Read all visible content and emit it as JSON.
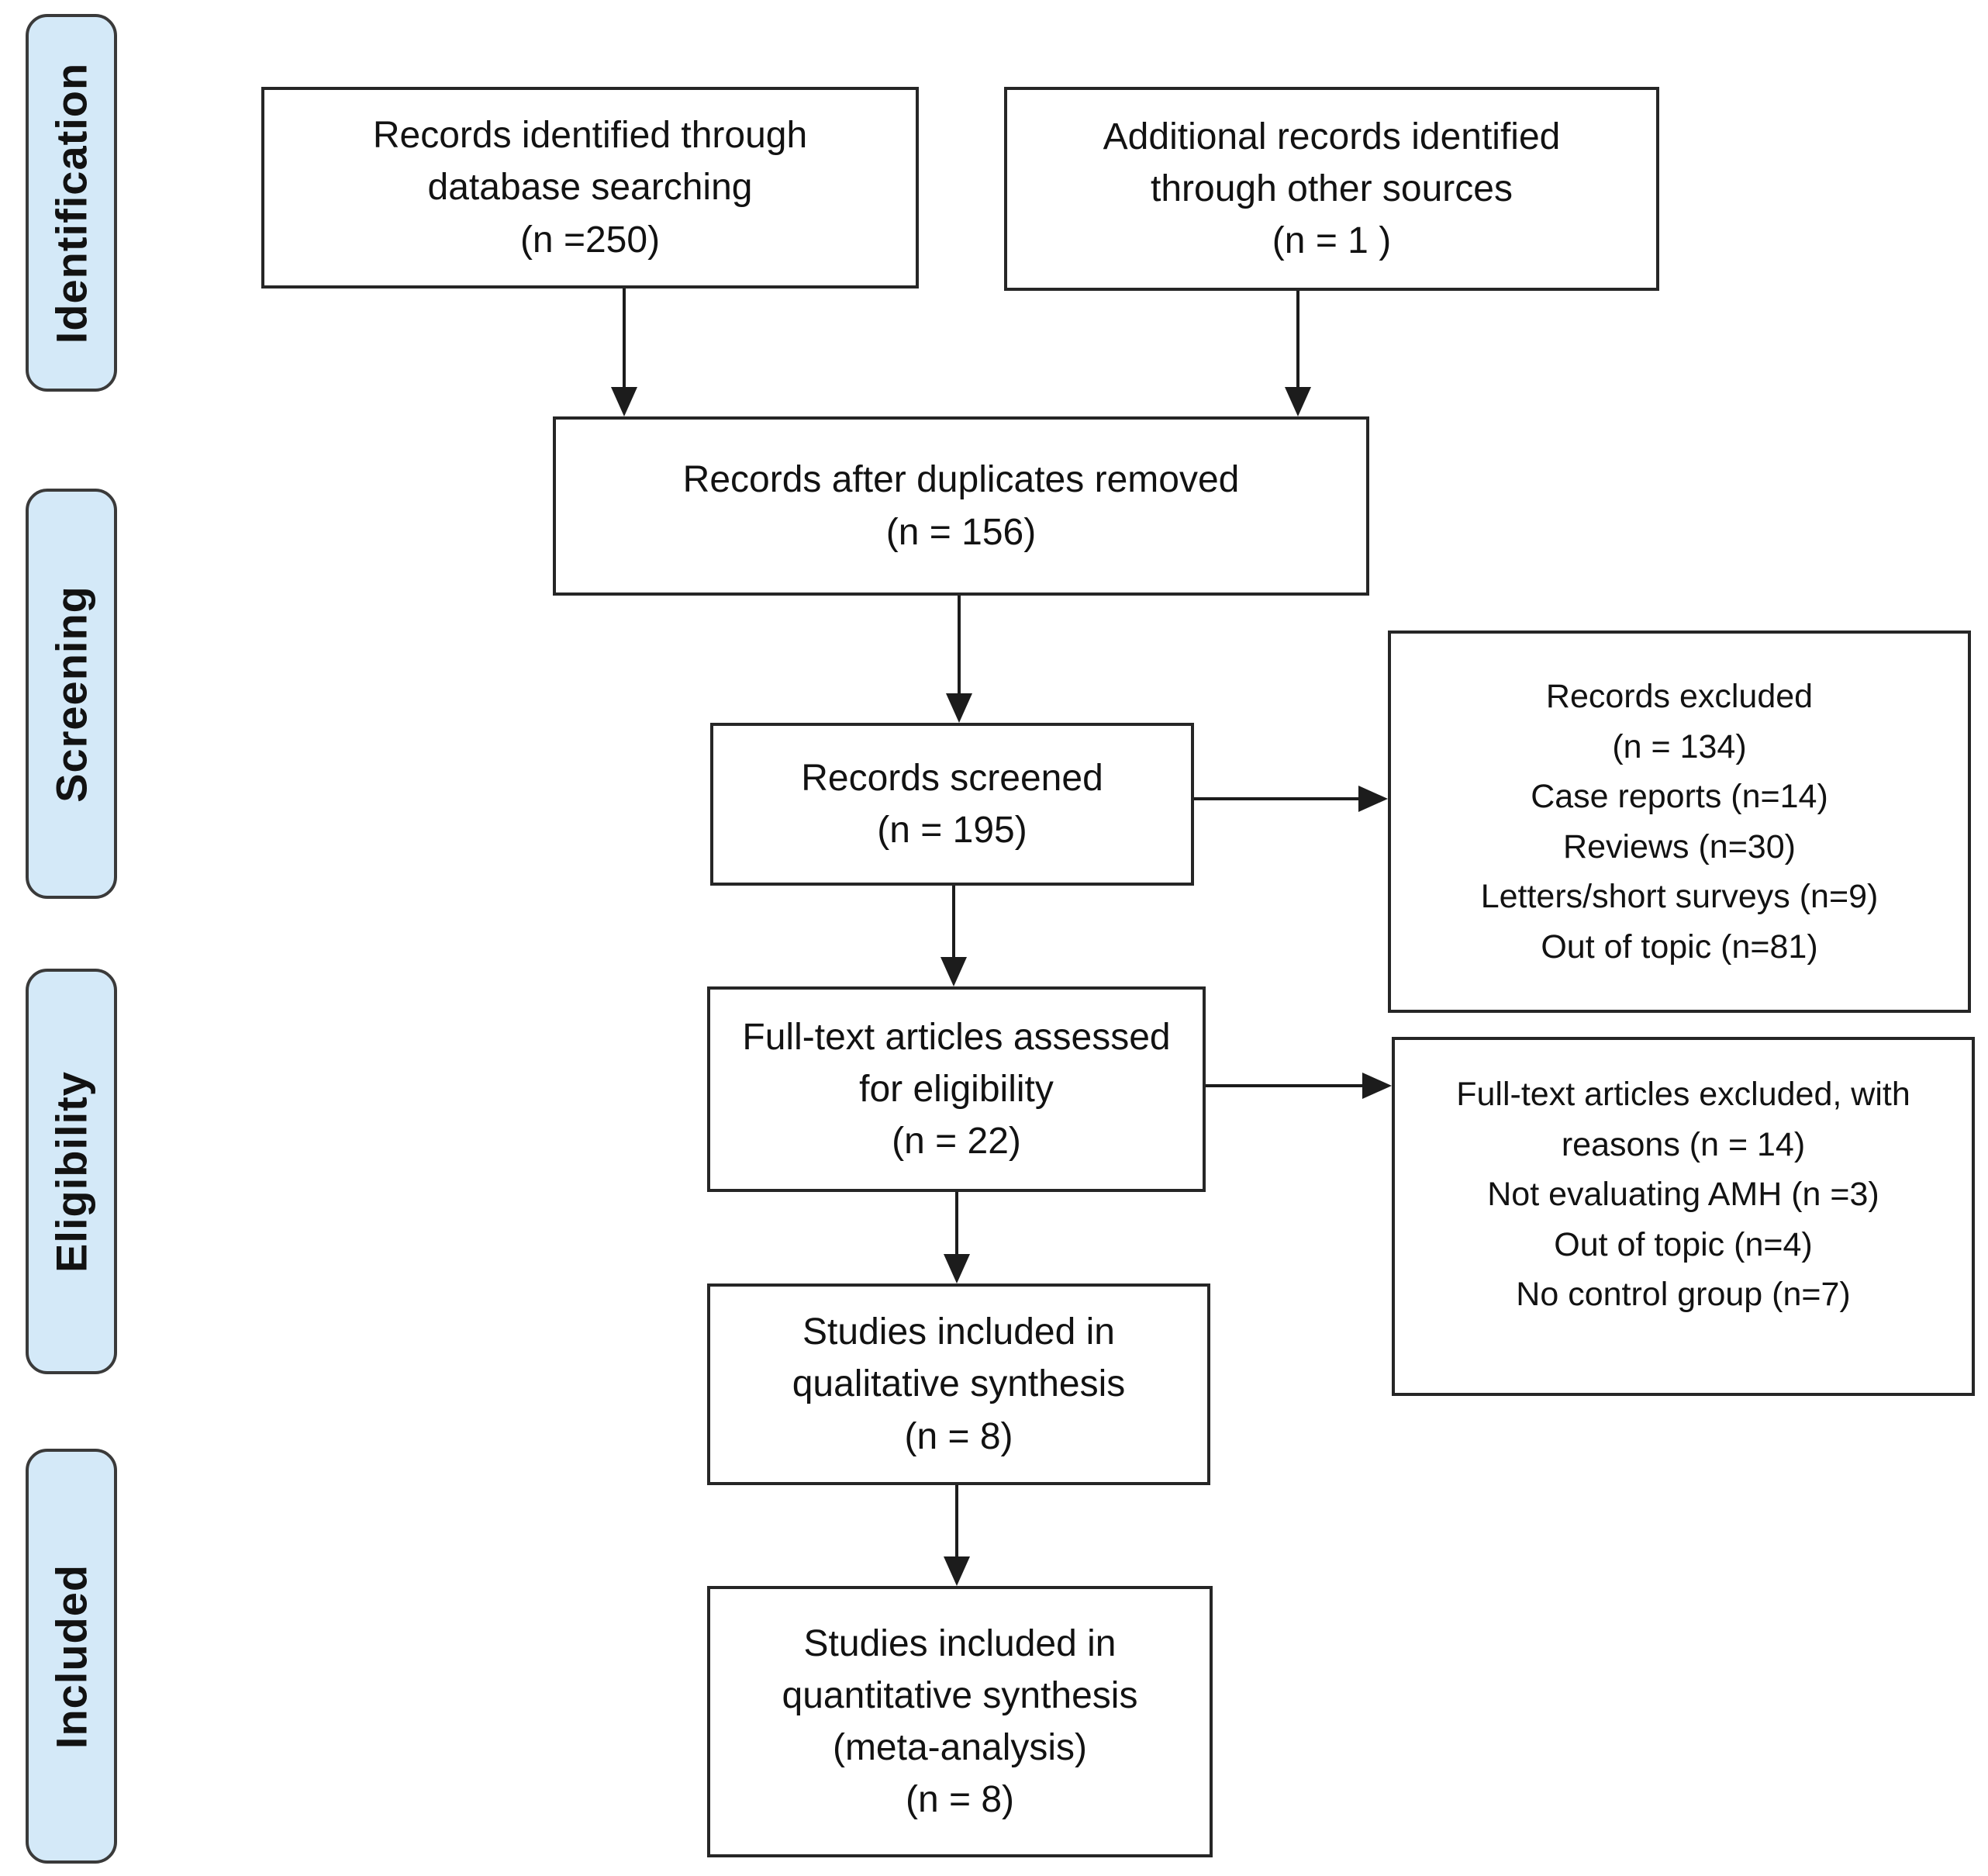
{
  "figure": {
    "kind": "PRISMA flow diagram",
    "stages": [
      {
        "label": "Identification"
      },
      {
        "label": "Screening"
      },
      {
        "label": "Eligibility"
      },
      {
        "label": "Included"
      }
    ],
    "boxes": {
      "records_identified": {
        "text": "Records identified through\ndatabase searching\n(n =250)",
        "n": 250
      },
      "additional_records": {
        "text": "Additional records identified\nthrough other sources\n(n = 1 )",
        "n": 1
      },
      "duplicates_removed": {
        "text": "Records after duplicates removed\n(n = 156)",
        "n": 156
      },
      "records_screened": {
        "text": "Records screened\n(n = 195)",
        "n": 195
      },
      "records_excluded": {
        "text": "Records excluded\n(n = 134)\nCase reports (n=14)\nReviews (n=30)\nLetters/short surveys (n=9)\nOut of topic (n=81)",
        "n": 134
      },
      "fulltext_assessed": {
        "text": "Full-text articles assessed\nfor eligibility\n(n = 22)",
        "n": 22
      },
      "fulltext_excluded": {
        "text": "Full-text articles excluded, with\nreasons (n = 14)\nNot evaluating AMH (n =3)\nOut of topic (n=4)\nNo control group (n=7)",
        "n": 14
      },
      "qualitative_synthesis": {
        "text": "Studies included in\nqualitative synthesis\n(n = 8)",
        "n": 8
      },
      "quantitative_synthesis": {
        "text": "Studies included in\nquantitative synthesis\n(meta-analysis)\n(n = 8)",
        "n": 8
      }
    }
  },
  "colors": {
    "stage_fill": "#d4e9f8",
    "stage_border": "#3a3a3a",
    "box_border": "#262626",
    "box_fill": "#ffffff",
    "arrow": "#1c1c1c",
    "text": "#121212",
    "bg": "#ffffff"
  }
}
